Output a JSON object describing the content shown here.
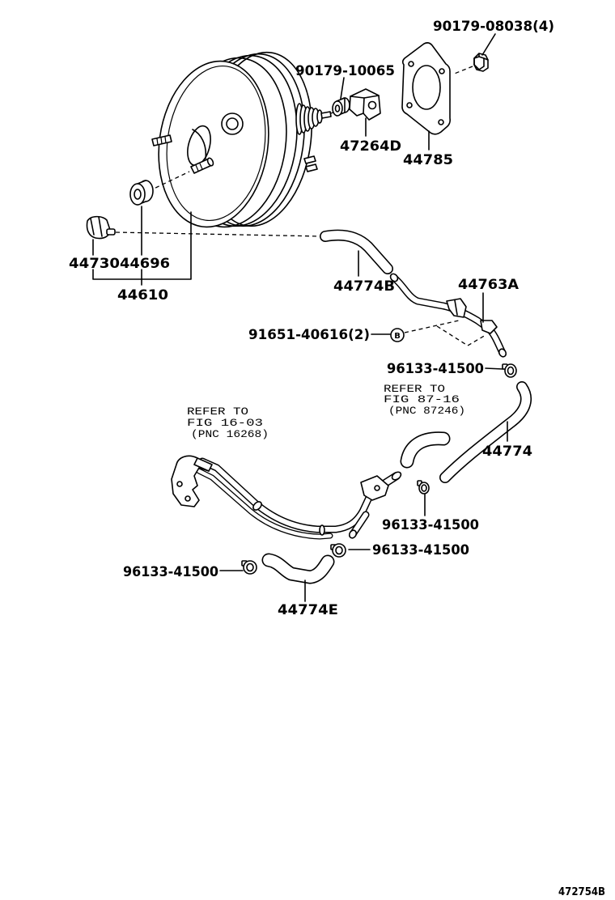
{
  "colors": {
    "ink": "#000000",
    "background": "#ffffff"
  },
  "labels": {
    "nut_top": "90179-08038(4)",
    "nut_small": "90179-10065",
    "bracket": "47264D",
    "gasket": "44785",
    "check_valve": "44730",
    "grommet": "44696",
    "booster_assy": "44610",
    "hose_b": "44774B",
    "pipe_a": "44763A",
    "clip": "91651-40616(2)",
    "clip_marker": "B",
    "clamp_1": "96133-41500",
    "hose": "44774",
    "clamp_2": "96133-41500",
    "clamp_3": "96133-41500",
    "clamp_4": "96133-41500",
    "hose_e": "44774E",
    "figure_id": "472754B"
  },
  "references": [
    {
      "line1": "REFER TO",
      "line2": "FIG 87-16",
      "line3": "(PNC 87246)"
    },
    {
      "line1": "REFER TO",
      "line2": "FIG 16-03",
      "line3": "(PNC 16268)"
    }
  ]
}
